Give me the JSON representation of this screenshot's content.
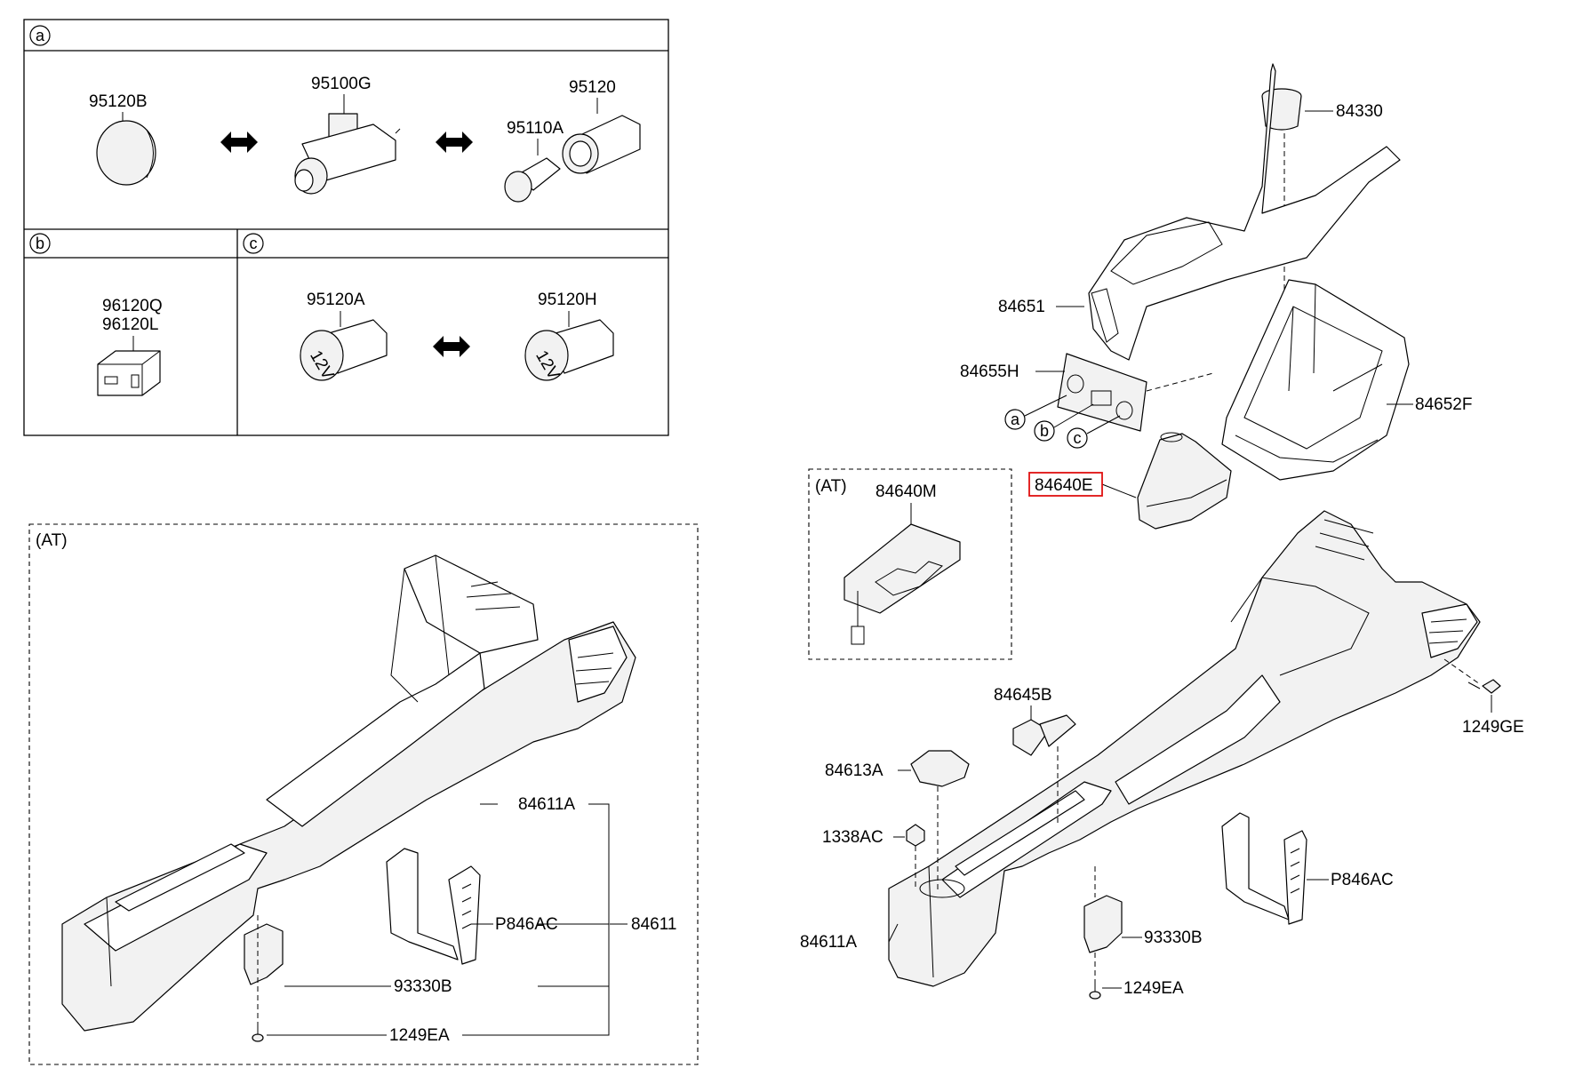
{
  "section_a": {
    "letter": "a",
    "parts": [
      "95120B",
      "95100G",
      "95120",
      "95110A"
    ]
  },
  "section_b": {
    "letter": "b",
    "parts": [
      "96120Q",
      "96120L"
    ]
  },
  "section_c": {
    "letter": "c",
    "parts": [
      "95120A",
      "95120H"
    ]
  },
  "at_left": {
    "tag": "(AT)",
    "labels": {
      "console_a": "84611A",
      "console": "84611",
      "bracket": "P846AC",
      "bracket2": "93330B",
      "screw": "1249EA"
    }
  },
  "at_mid": {
    "tag": "(AT)",
    "label": "84640M"
  },
  "right": {
    "labels": {
      "cup": "84330",
      "panel": "84651",
      "switch_panel": "84655H",
      "housing": "84652F",
      "boot": "84640E",
      "clip": "84645B",
      "pad": "84613A",
      "nut": "1338AC",
      "console_a": "84611A",
      "bracket": "P846AC",
      "bracket2": "93330B",
      "screw_lower": "1249EA",
      "screw_right": "1249GE"
    },
    "callouts": [
      "a",
      "b",
      "c"
    ],
    "highlighted": "84640E",
    "highlight_color": "#e01010"
  }
}
